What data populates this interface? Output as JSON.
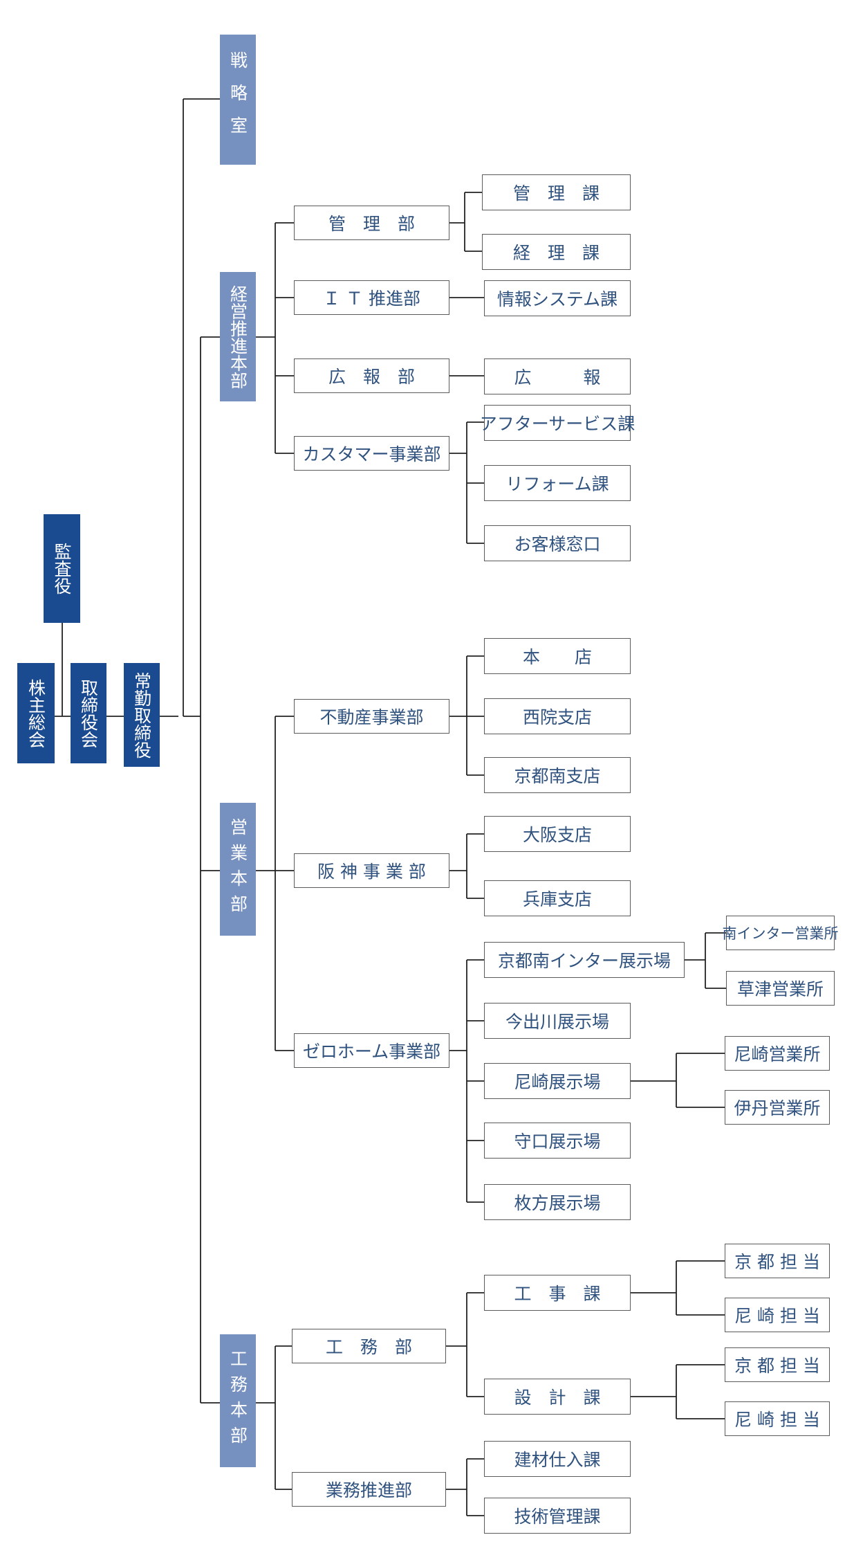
{
  "colors": {
    "dark_box": "#1a4a8f",
    "light_box": "#7690bf",
    "box_text": "#30527e",
    "line": "#222222"
  },
  "top": {
    "kabunushi": "株主総会",
    "torishimari": "取締役会",
    "kansa": "監査役",
    "jokin": "常勤取締役"
  },
  "divisions": {
    "senryaku": "戦略室",
    "keiei": "経営推進本部",
    "eigyo": "営業本部",
    "komu": "工務本部"
  },
  "keiei_depts": {
    "kanri": "管　理　部",
    "it": "Ｉ Ｔ 推進部",
    "koho": "広　報　部",
    "customer": "カスタマー事業部"
  },
  "keiei_sections": {
    "kanri_ka": "管　理　課",
    "keiri_ka": "経　理　課",
    "joho": "情報システム課",
    "koho": "広　　　報",
    "after": "アフターサービス課",
    "reform": "リフォーム課",
    "madoguchi": "お客様窓口"
  },
  "eigyo_depts": {
    "fudosan": "不動産事業部",
    "hanshin": "阪 神 事 業 部",
    "zero": "ゼロホーム事業部"
  },
  "eigyo_sections": {
    "honten": "本　　店",
    "saiin": "西院支店",
    "kyotominami": "京都南支店",
    "osaka": "大阪支店",
    "hyogo": "兵庫支店",
    "kyoto_inter": "京都南インター展示場",
    "imadegawa": "今出川展示場",
    "amagasaki": "尼崎展示場",
    "moriguchi": "守口展示場",
    "hirakata": "枚方展示場"
  },
  "eigyo_offices": {
    "minami_inter": "南インター営業所",
    "kusatsu": "草津営業所",
    "amagasaki": "尼崎営業所",
    "itami": "伊丹営業所"
  },
  "komu_depts": {
    "komubu": "工　務　部",
    "gyomu": "業務推進部"
  },
  "komu_sections": {
    "koji": "工　事　課",
    "sekkei": "設　計　課",
    "kenzai": "建材仕入課",
    "gijutsu": "技術管理課"
  },
  "komu_tanto": {
    "koji_kyoto": "京 都 担 当",
    "koji_amagasaki": "尼 崎 担 当",
    "sekkei_kyoto": "京 都 担 当",
    "sekkei_amagasaki": "尼 崎 担 当"
  }
}
